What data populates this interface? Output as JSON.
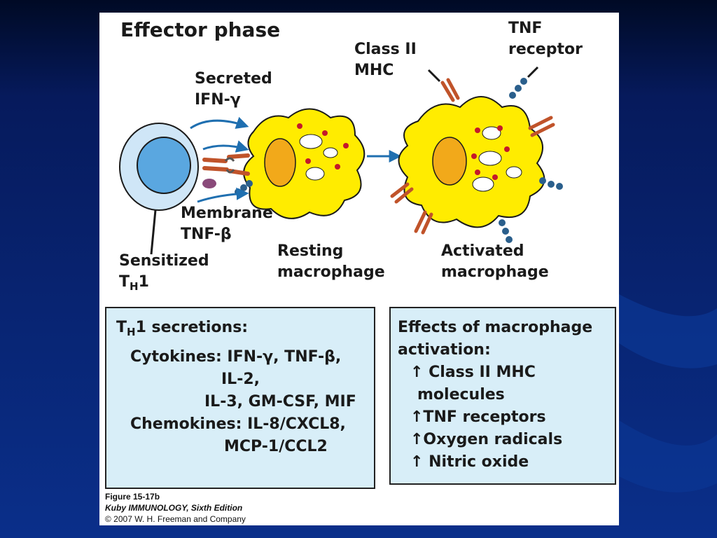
{
  "title": "Effector phase",
  "labels": {
    "secreted": [
      "Secreted",
      "IFN-γ"
    ],
    "membrane": [
      "Membrane",
      "TNF-β"
    ],
    "sensitized": "Sensitized",
    "th1_T": "T",
    "th1_H": "H",
    "th1_1": "1",
    "resting": [
      "Resting",
      "macrophage"
    ],
    "activated": [
      "Activated",
      "macrophage"
    ],
    "class2": [
      "Class II",
      "MHC"
    ],
    "tnf_receptor": [
      "TNF",
      "receptor"
    ]
  },
  "secretions_box": {
    "head_T": "T",
    "head_H": "H",
    "head_rest": "1 secretions:",
    "lines": [
      "Cytokines: IFN-γ, TNF-β,",
      "IL-2,",
      "IL-3, GM-CSF, MIF",
      "Chemokines: IL-8/CXCL8,",
      "MCP-1/CCL2"
    ]
  },
  "effects_box": {
    "head": [
      "Effects of macrophage",
      "activation:"
    ],
    "items": [
      "↑ Class II MHC",
      "molecules",
      "↑TNF receptors",
      "↑Oxygen radicals",
      "↑  Nitric oxide"
    ]
  },
  "caption": {
    "figure": "Figure 15-17b",
    "book": "Kuby IMMUNOLOGY, Sixth Edition",
    "copyright": "© 2007 W. H. Freeman and Company"
  },
  "colors": {
    "macrophage": "#ffec00",
    "nucleus": "#f2a91a",
    "tcell": "#cfe6f7",
    "tcell_nucleus": "#5aa7e0",
    "arrow": "#1f6fb0",
    "box_fill": "#d8eef8",
    "mhc": "#c0532a",
    "tnf_receptor": "#2a5f8c"
  }
}
